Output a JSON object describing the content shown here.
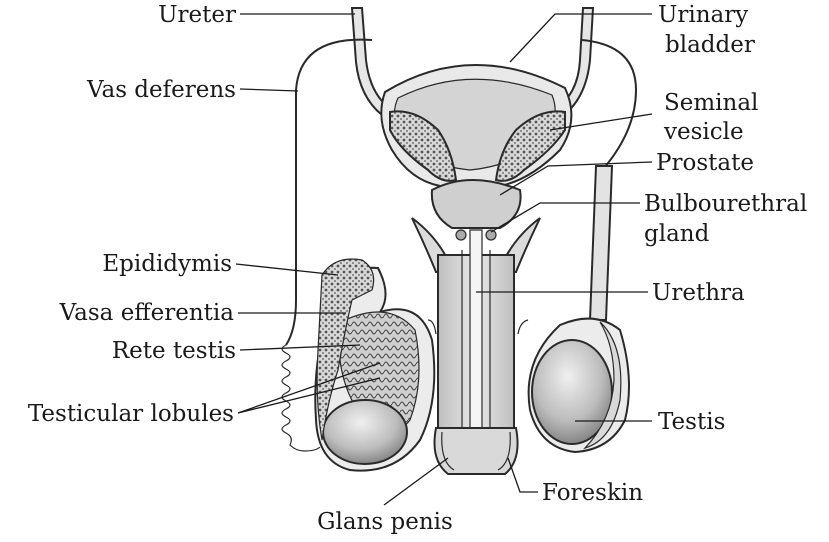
{
  "labels": {
    "ureter": "Ureter",
    "urinary_bladder_line1": "Urinary",
    "urinary_bladder_line2": "bladder",
    "vas_deferens": "Vas deferens",
    "seminal_vesicle_line1": "Seminal",
    "seminal_vesicle_line2": "vesicle",
    "prostate": "Prostate",
    "bulbourethral_line1": "Bulbourethral",
    "bulbourethral_line2": "gland",
    "epididymis": "Epididymis",
    "vasa_efferentia": "Vasa efferentia",
    "urethra": "Urethra",
    "rete_testis": "Rete testis",
    "testicular_lobules": "Testicular lobules",
    "testis": "Testis",
    "foreskin": "Foreskin",
    "glans_penis": "Glans penis"
  }
}
